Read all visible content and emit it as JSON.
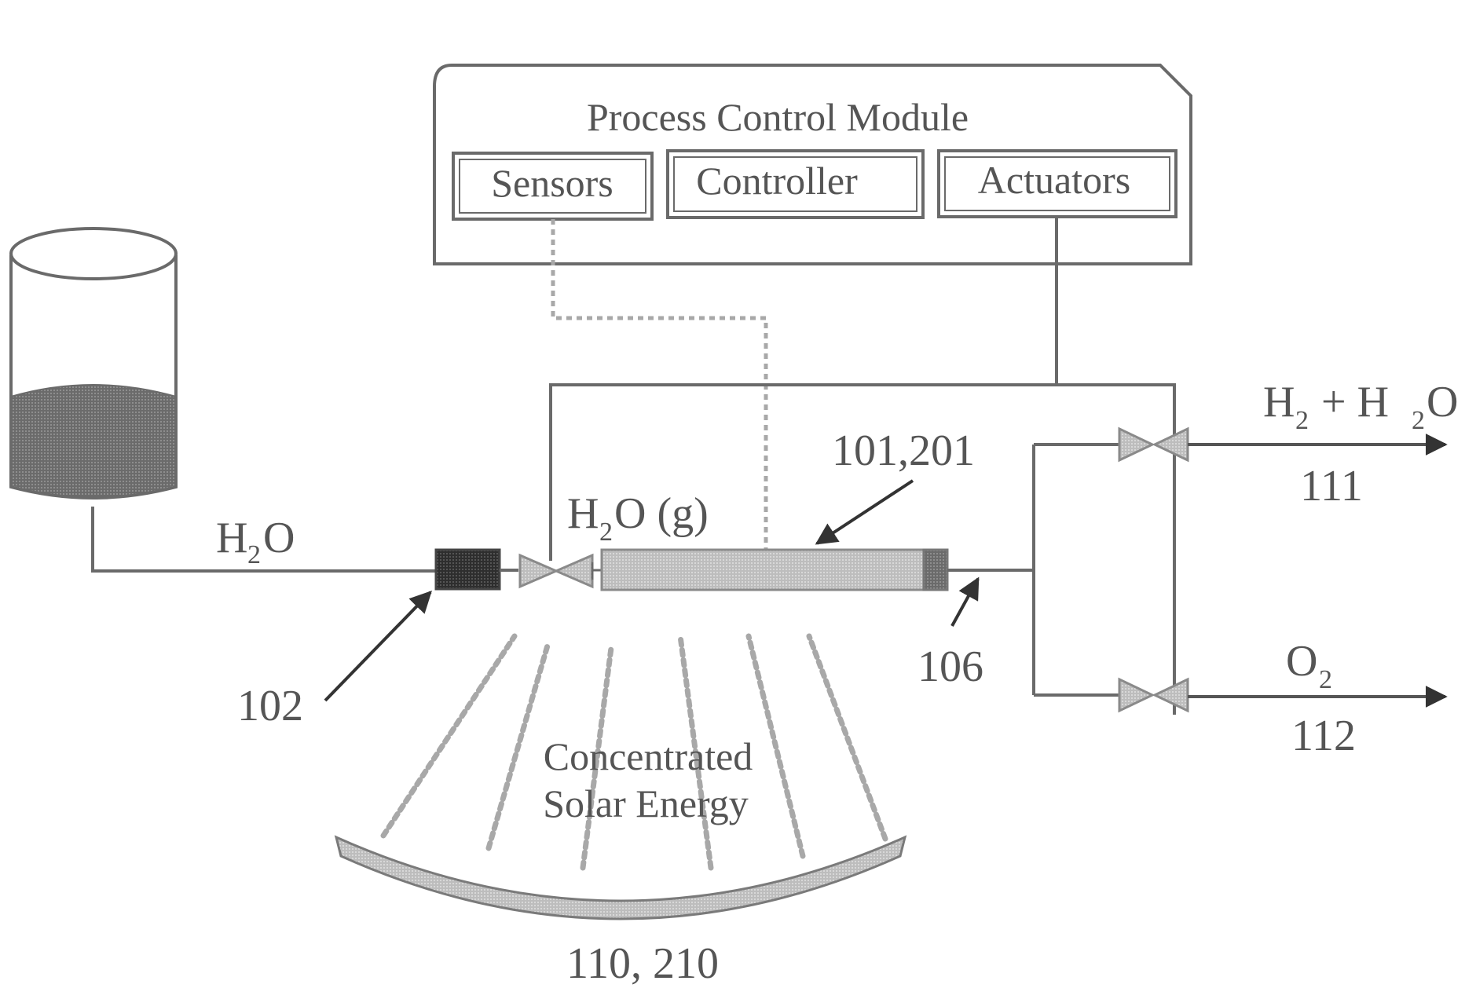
{
  "labels": {
    "pcm_title": "Process Control Module",
    "sensors": "Sensors",
    "controller": "Controller",
    "actuators": "Actuators",
    "h2o_main": "H",
    "h2o_main_sub": "2",
    "h2o_main_tail": "O",
    "h2o_gas": "H",
    "h2o_gas_sub": "2",
    "h2o_gas_tail": "O (g)",
    "ref_101": "101,201",
    "ref_102": "102",
    "ref_106": "106",
    "h2_out_a": "H",
    "h2_out_sub1": "2",
    "h2_out_b": " + H",
    "h2_out_sub2": "2",
    "h2_out_c": "O",
    "ref_111": "111",
    "o2_out": "O",
    "o2_out_sub": "2",
    "ref_112": "112",
    "solar_line1": "Concentrated",
    "solar_line2": "Solar Energy",
    "ref_110": "110, 210"
  }
}
